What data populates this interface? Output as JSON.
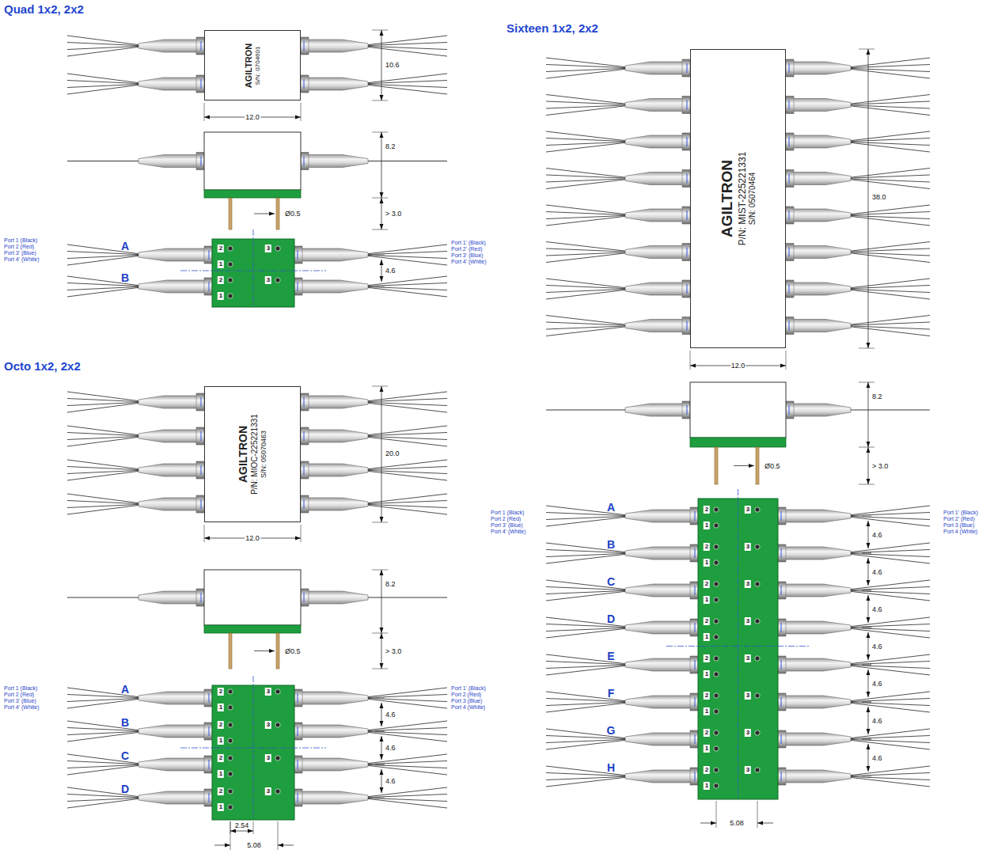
{
  "diagram": {
    "nodes": [
      {
        "text": [
          "AGILTRON",
          "S/N: 0704601"
        ]
      },
      {
        "text": [
          "AGILTRON",
          "P/N: MIOC-225221331",
          "S/N: 05070463"
        ]
      },
      {
        "text": [
          "AGILTRON",
          "P/N: MIST-225221331",
          "S/N: 05070464"
        ]
      }
    ],
    "labels": [
      "Quad 1x2, 2x2",
      "10.6",
      "12.0",
      "8.2",
      "Ø0.5",
      "> 3.0",
      "Port 1 (Black)",
      "Port 2 (Red)",
      "Port 3' (Blue)",
      "Port 4' (White)",
      "Port 1' (Black)",
      "Port 2' (Red)",
      "Port 3' (Blue)",
      "Port 4' (White)",
      "A",
      "2",
      "3",
      "1",
      "B",
      "2",
      "3",
      "1",
      "4.6",
      "Octo 1x2, 2x2",
      "20.0",
      "12.0",
      "8.2",
      "Ø0.5",
      "> 3.0",
      "Port 1 (Black)",
      "Port 2 (Red)",
      "Port 3' (Blue)",
      "Port 4' (White)",
      "Port 1' (Black)",
      "Port 2 (Red)",
      "Port 3 (Blue)",
      "Port 4 (White)",
      "A",
      "2",
      "3",
      "1",
      "B",
      "2",
      "3",
      "1",
      "C",
      "2",
      "3",
      "1",
      "D",
      "2",
      "3",
      "1",
      "4.6",
      "4.6",
      "4.6",
      "2.54",
      "5.08",
      "Sixteen 1x2, 2x2",
      "38.0",
      "12.0",
      "8.2",
      "Ø0.5",
      "> 3.0",
      "Port 1 (Black)",
      "Port 2 (Red)",
      "Port 3' (Blue)",
      "Port 4' (White)",
      "Port 1' (Black)",
      "Port 2' (Red)",
      "Port 3 (Blue)",
      "Port 4 (White)",
      "A",
      "2",
      "3",
      "1",
      "B",
      "2",
      "3",
      "1",
      "C",
      "2",
      "3",
      "1",
      "D",
      "2",
      "3",
      "1",
      "E",
      "2",
      "3",
      "1",
      "F",
      "2",
      "3",
      "1",
      "G",
      "2",
      "3",
      "1",
      "H",
      "2",
      "3",
      "1",
      "4.6",
      "4.6",
      "4.6",
      "4.6",
      "4.6",
      "4.6",
      "4.6",
      "5.08"
    ]
  }
}
